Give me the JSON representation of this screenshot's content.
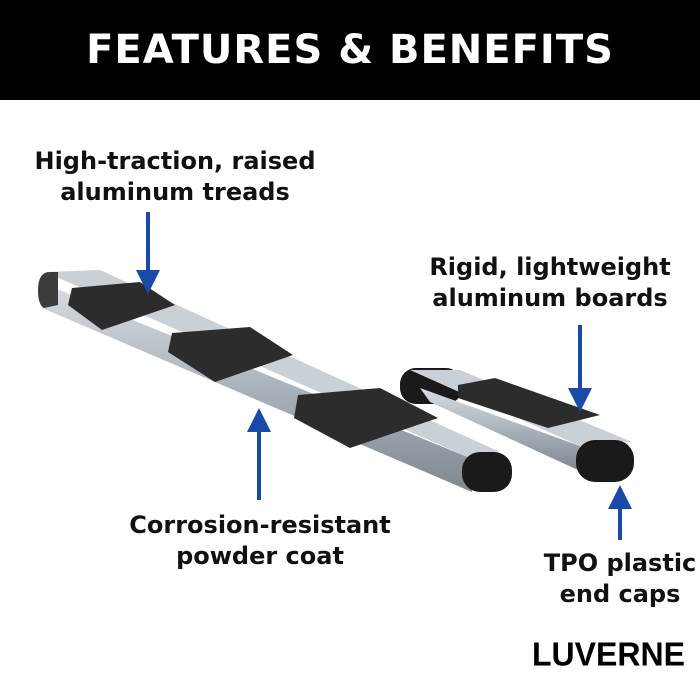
{
  "header": {
    "title": "FEATURES & BENEFITS"
  },
  "callouts": [
    {
      "line1": "High-traction, raised",
      "line2": "aluminum treads"
    },
    {
      "line1": "Rigid, lightweight",
      "line2": "aluminum boards"
    },
    {
      "line1": "Corrosion-resistant",
      "line2": "powder coat"
    },
    {
      "line1": "TPO plastic",
      "line2": "end caps"
    }
  ],
  "brand": {
    "logo": "LUVERNE"
  },
  "colors": {
    "arrow": "#1a4aa8",
    "header_bg": "#000000",
    "board": "#b4bcc4",
    "tread": "#2a2c2e"
  }
}
